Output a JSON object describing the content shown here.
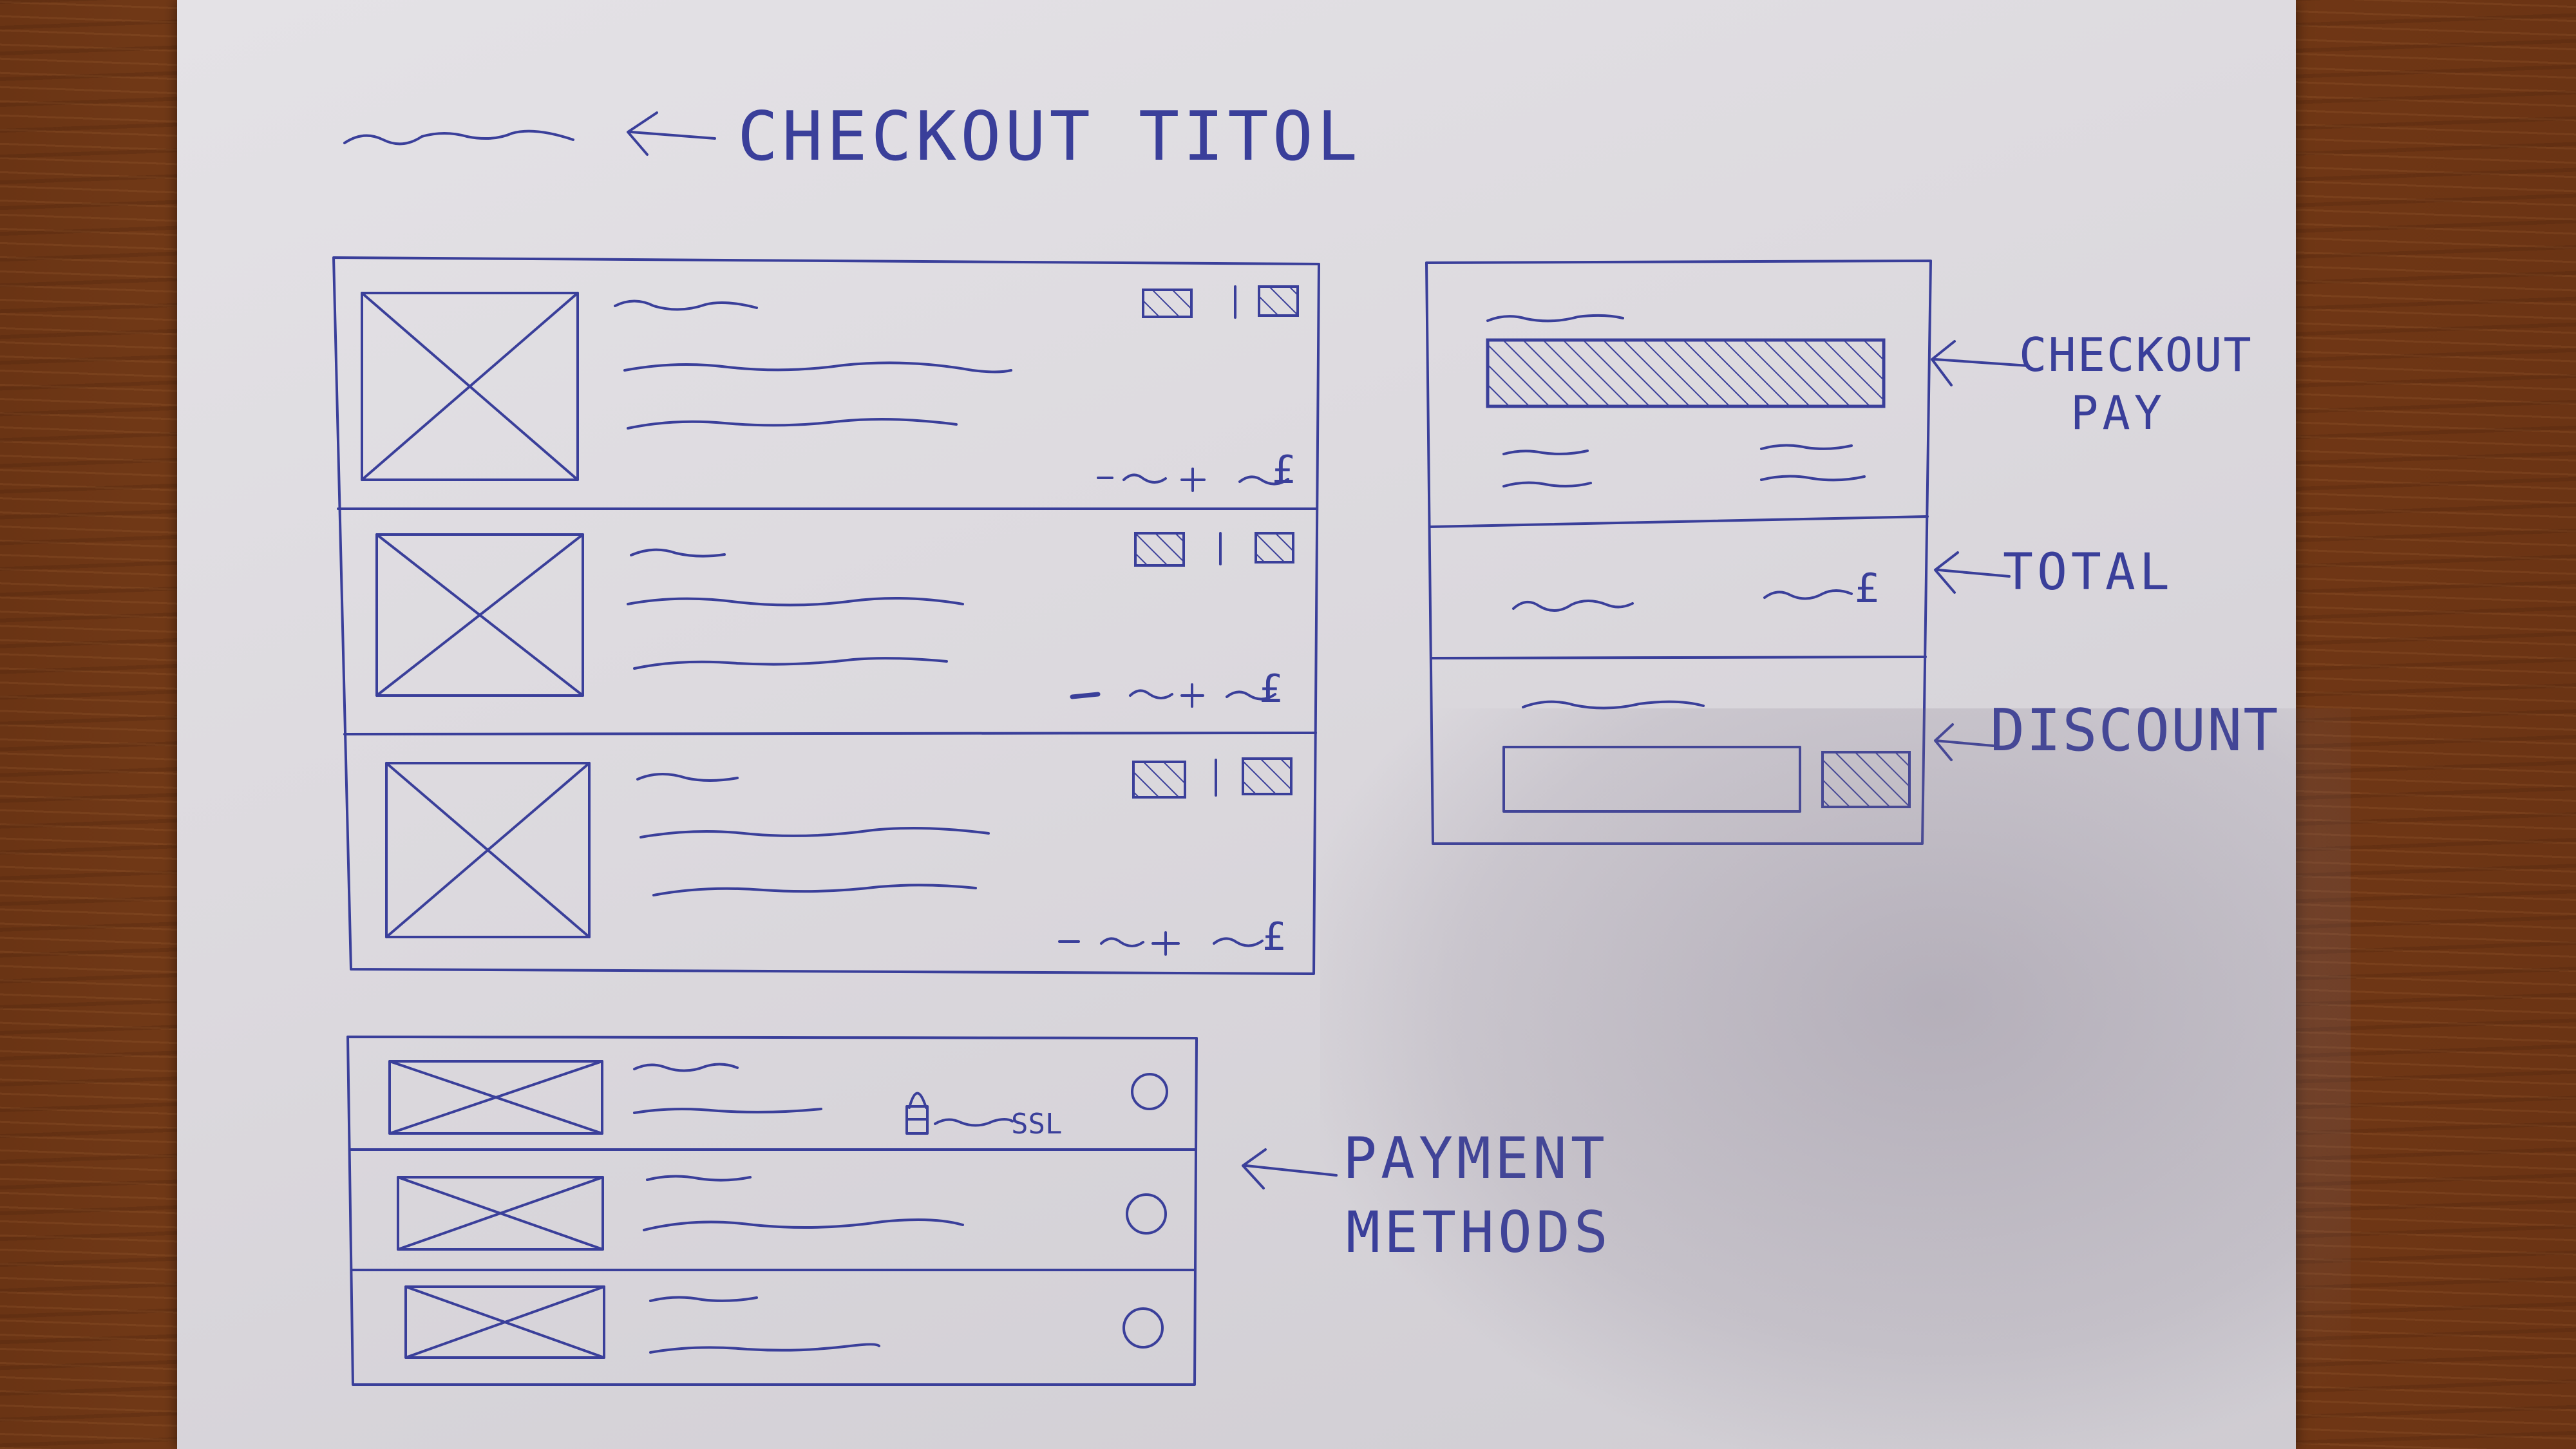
{
  "annotations": {
    "checkout_title": "CHECKOUT TITOL",
    "checkout_pay": [
      "CHECKOUT",
      "PAY"
    ],
    "total": "TOTAL",
    "discount": "DISCOUNT",
    "payment_methods": [
      "PAYMENT",
      "METHODS"
    ]
  },
  "cart_items": [
    {
      "price_symbol": "£"
    },
    {
      "price_symbol": "£"
    },
    {
      "price_symbol": "£"
    }
  ],
  "total_box": {
    "currency": "£"
  },
  "payment_methods": [
    {
      "secure_label": "SSL"
    },
    {},
    {}
  ],
  "ink_color": "#3a3f9a"
}
